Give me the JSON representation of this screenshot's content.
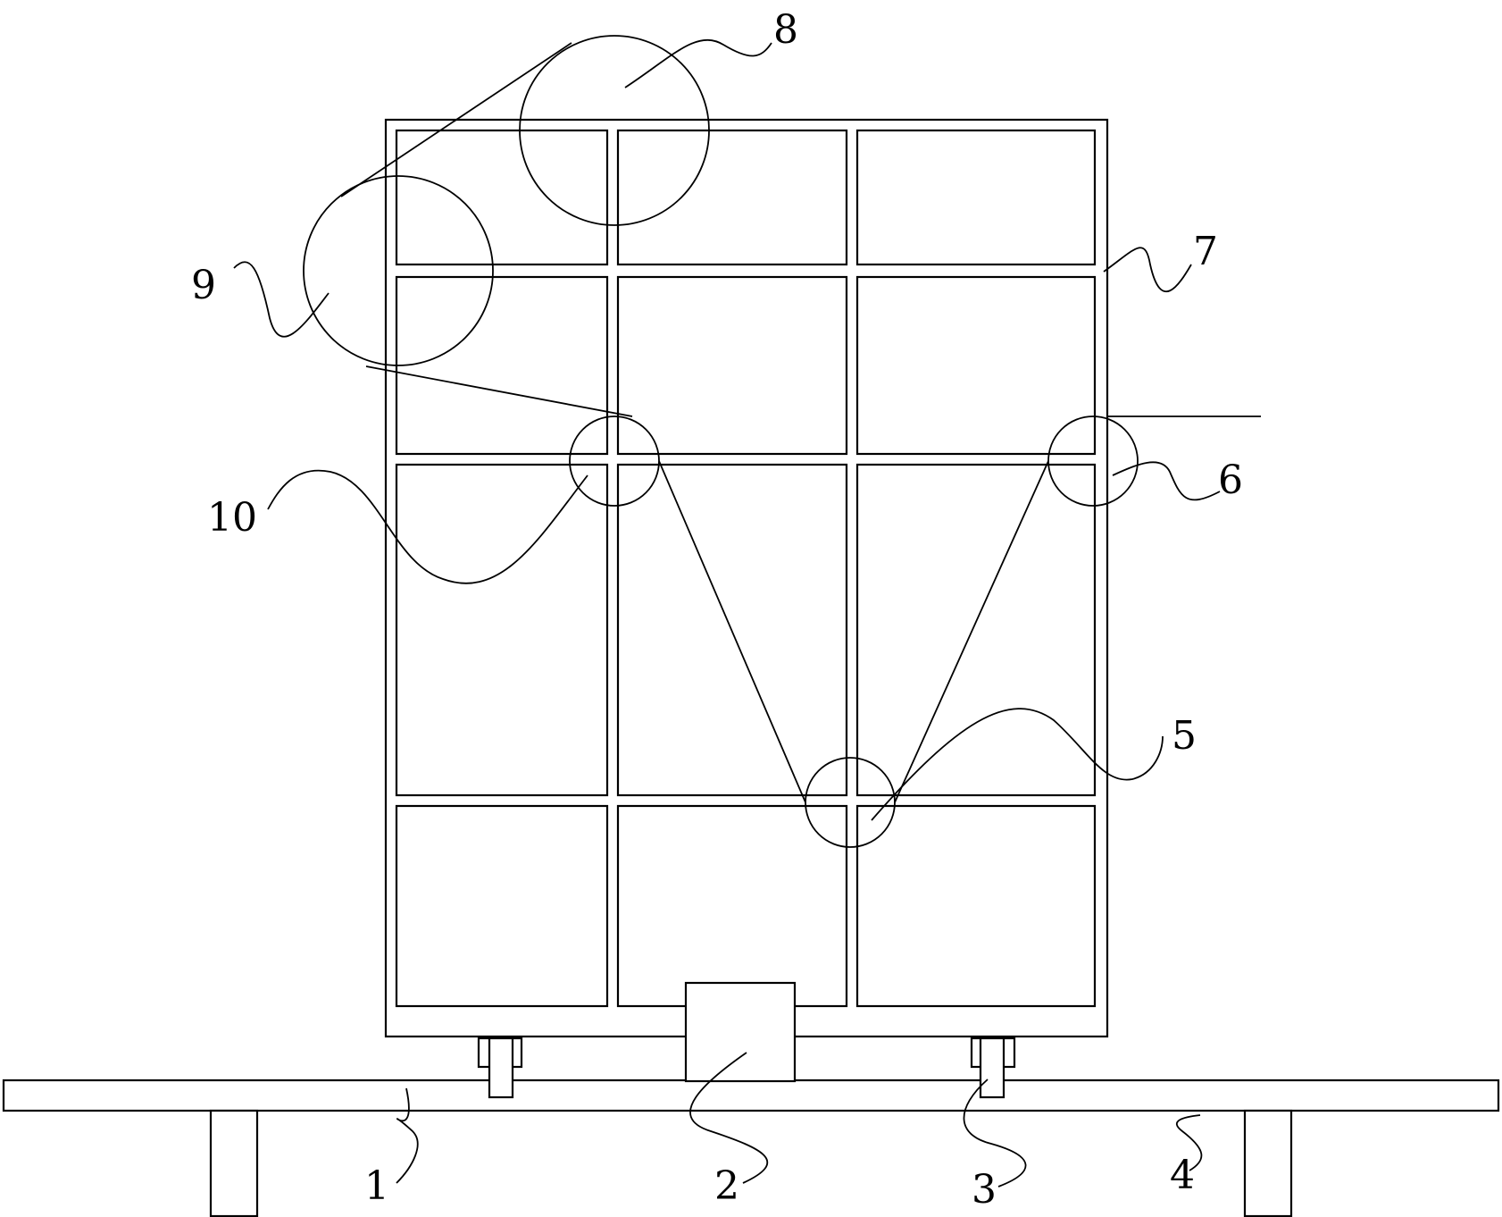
{
  "colors": {
    "ink": "#000000",
    "background": "#ffffff"
  },
  "labels": {
    "base_plate": "1",
    "motor_block": "2",
    "wheel": "3",
    "support_leg": "4",
    "lower_roller": "5",
    "right_roller": "6",
    "frame": "7",
    "top_reel": "8",
    "side_reel": "9",
    "left_roller": "10"
  }
}
